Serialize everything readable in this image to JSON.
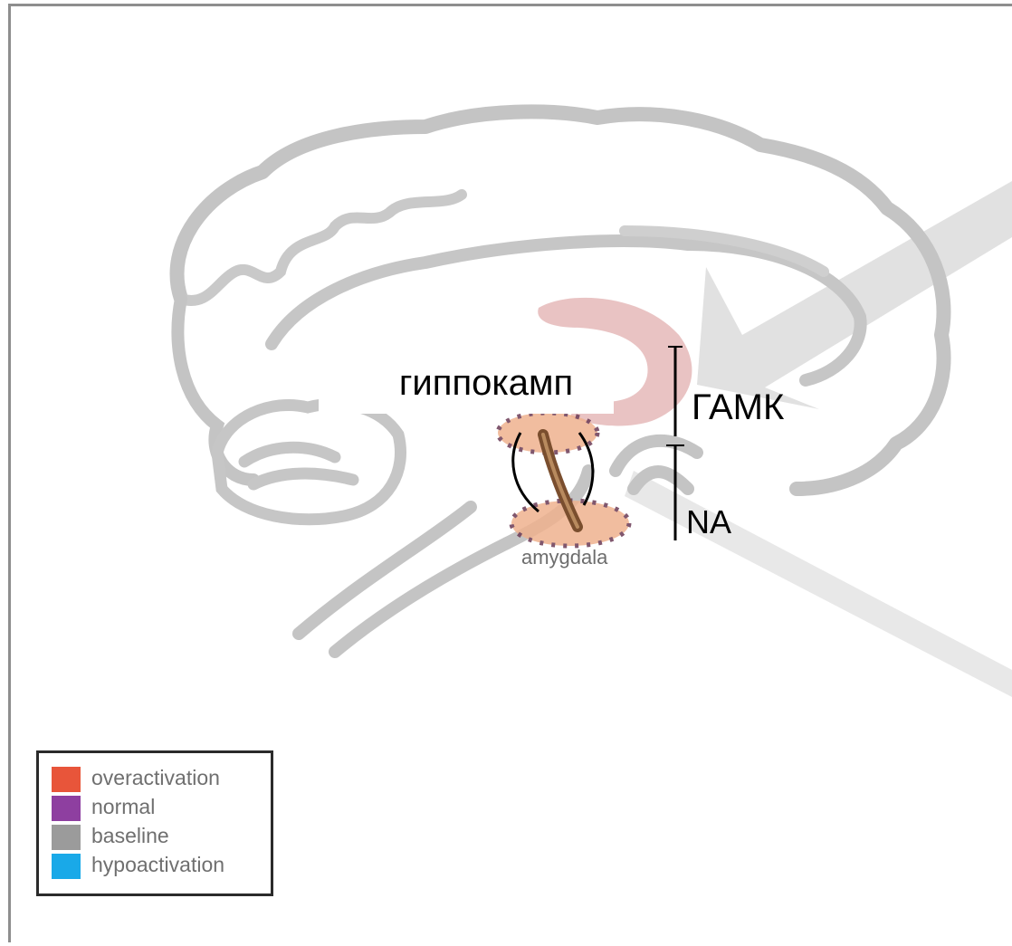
{
  "labels": {
    "hippocampus": "гиппокамп",
    "gaba": "ГАМК",
    "na": "NA",
    "amygdala": "amygdala"
  },
  "legend": {
    "items": [
      {
        "label": "overactivation",
        "color": "#e8553a"
      },
      {
        "label": "normal",
        "color": "#8e3fa0"
      },
      {
        "label": "baseline",
        "color": "#9b9b9b"
      },
      {
        "label": "hypoactivation",
        "color": "#19a9e8"
      }
    ]
  },
  "colors": {
    "brain_outline": "#c4c4c4",
    "hippocampus_fill": "#e7bcbc",
    "amygdala_fill": "#efb28f",
    "dots": "#6b3a55",
    "arrow": "#dcdcdc"
  }
}
